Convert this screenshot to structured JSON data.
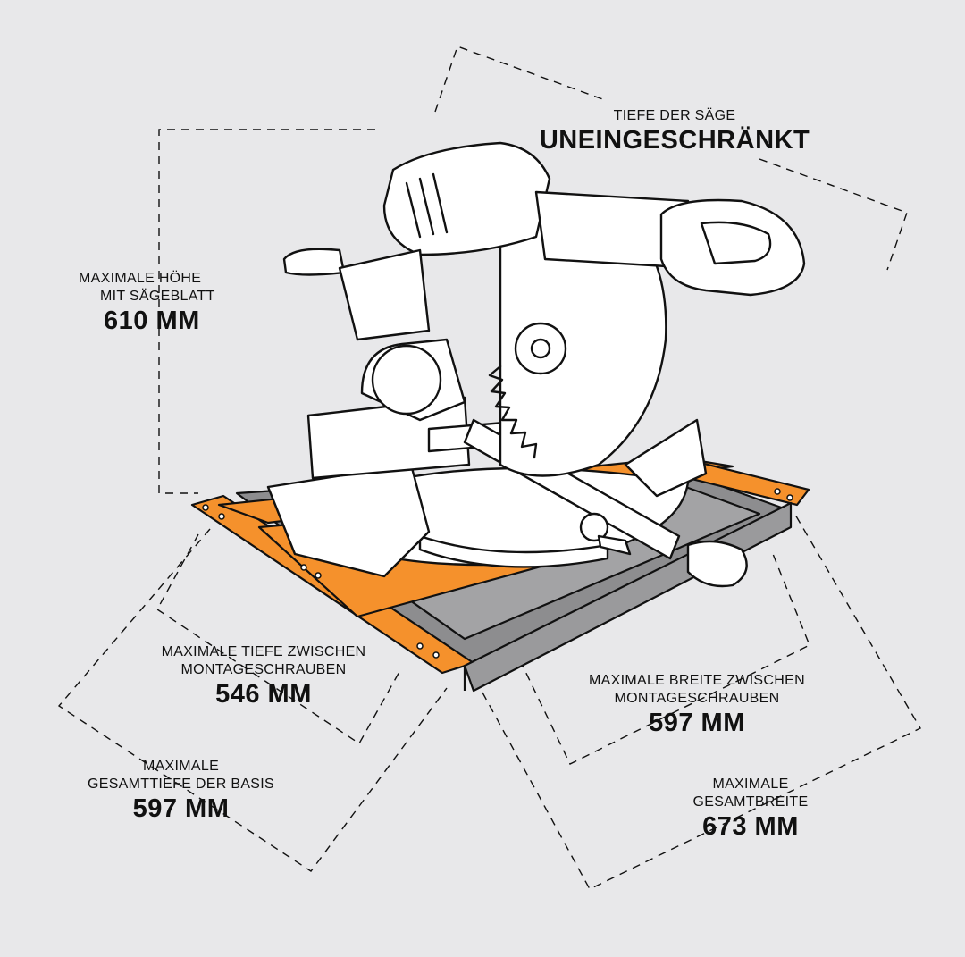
{
  "colors": {
    "background": "#e8e8ea",
    "accent_orange": "#f5912c",
    "rail_grey": "#8d8d8f",
    "saw_fill": "#ffffff",
    "line": "#111111"
  },
  "icons": {
    "saw": "miter-saw-illustration",
    "stand": "mounting-base-illustration"
  },
  "dimensions": {
    "saw_depth": {
      "caption": "TIEFE DER SÄGE",
      "value": "UNEINGESCHRÄNKT"
    },
    "max_height": {
      "caption_line1": "MAXIMALE HÖHE",
      "caption_line2": "MIT SÄGEBLATT",
      "value": "610 MM"
    },
    "depth_between_screws": {
      "caption_line1": "MAXIMALE TIEFE ZWISCHEN",
      "caption_line2": "MONTAGESCHRAUBEN",
      "value": "546 MM"
    },
    "width_between_screws": {
      "caption_line1": "MAXIMALE BREITE ZWISCHEN",
      "caption_line2": "MONTAGESCHRAUBEN",
      "value": "597 MM"
    },
    "total_base_depth": {
      "caption_line1": "MAXIMALE",
      "caption_line2": "GESAMTTIEFE DER BASIS",
      "value": "597 MM"
    },
    "total_width": {
      "caption_line1": "MAXIMALE",
      "caption_line2": "GESAMTBREITE",
      "value": "673 MM"
    }
  }
}
